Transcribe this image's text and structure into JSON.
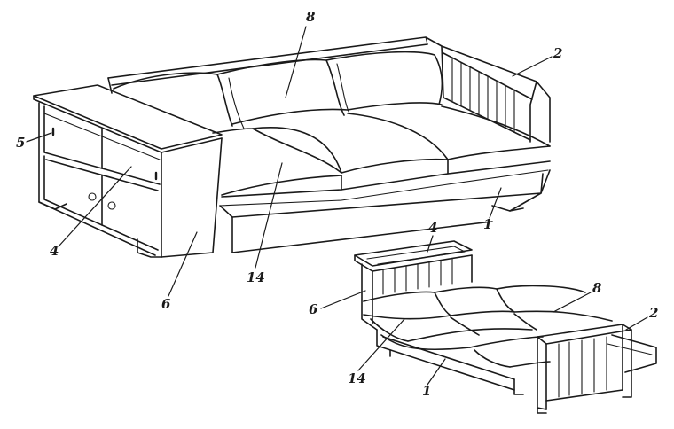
{
  "labels": {
    "sofa_8": "8",
    "sofa_2": "2",
    "sofa_5": "5",
    "sofa_4": "4",
    "sofa_1": "1",
    "sofa_14": "14",
    "sofa_6": "6",
    "bed_4": "4",
    "bed_6": "6",
    "bed_8": "8",
    "bed_2": "2",
    "bed_14": "14",
    "bed_1": "1"
  },
  "colors": {
    "ink": "#1a1a1a",
    "paper": "#ffffff"
  }
}
